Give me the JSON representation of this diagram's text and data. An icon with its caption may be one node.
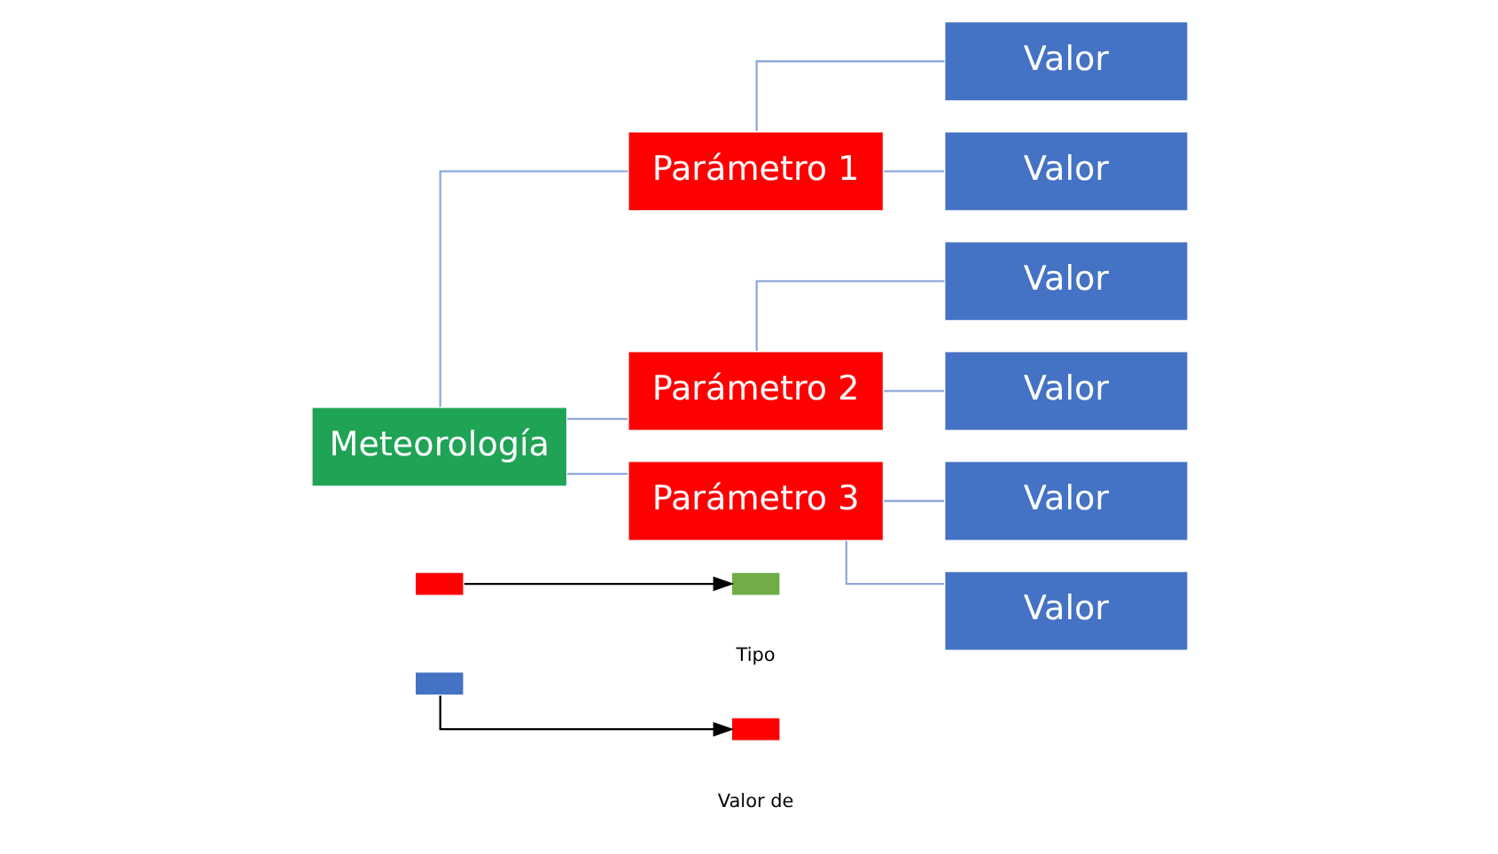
{
  "diagram": {
    "nodes": [
      {
        "text": [
          "Meteorología"
        ]
      },
      {
        "text": [
          "Parámetro 1"
        ]
      },
      {
        "text": [
          "Parámetro 2"
        ]
      },
      {
        "text": [
          "Parámetro 3"
        ]
      },
      {
        "text": [
          "Valor"
        ]
      },
      {
        "text": [
          "Valor"
        ]
      },
      {
        "text": [
          "Valor"
        ]
      },
      {
        "text": [
          "Valor"
        ]
      },
      {
        "text": [
          "Valor"
        ]
      },
      {
        "text": [
          "Valor"
        ]
      },
      {
        "text": [],
        "shape": "box"
      },
      {
        "text": [],
        "shape": "box"
      },
      {
        "text": [],
        "shape": "box"
      },
      {
        "text": [],
        "shape": "box"
      }
    ],
    "edges": [
      {
        "from": 0,
        "to": 1,
        "arrow": "none"
      },
      {
        "from": 0,
        "to": 2,
        "arrow": "none"
      },
      {
        "from": 0,
        "to": 3,
        "arrow": "none"
      },
      {
        "from": 1,
        "to": 4,
        "arrow": "none"
      },
      {
        "from": 1,
        "to": 5,
        "arrow": "none"
      },
      {
        "from": 2,
        "to": 6,
        "arrow": "none"
      },
      {
        "from": 2,
        "to": 7,
        "arrow": "none"
      },
      {
        "from": 3,
        "to": 8,
        "arrow": "none"
      },
      {
        "from": 3,
        "to": 9,
        "arrow": "none"
      },
      {
        "from": 11,
        "to": 10,
        "arrow": "to",
        "color": "#000000"
      },
      {
        "from": 13,
        "to": 12,
        "arrow": "to",
        "color": "#000000"
      }
    ],
    "labels": [
      "Tipo",
      "Valor de"
    ]
  }
}
